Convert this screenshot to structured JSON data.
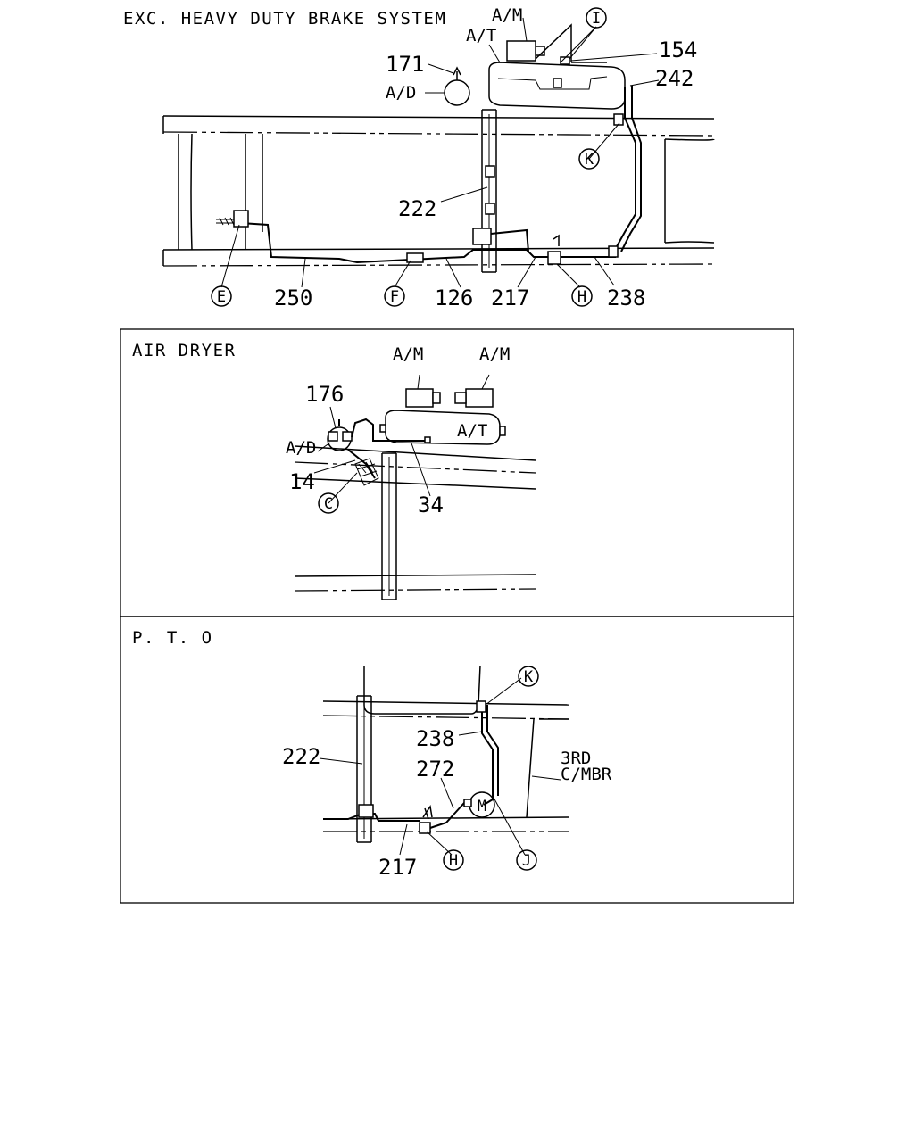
{
  "sections": {
    "top": {
      "title": "EXC. HEAVY DUTY BRAKE SYSTEM"
    },
    "air_dryer": {
      "title": "AIR DRYER"
    },
    "pto": {
      "title": "P. T. O"
    }
  },
  "top_labels": {
    "am": "A/M",
    "at": "A/T",
    "ad": "A/D",
    "n171": "171",
    "n154": "154",
    "n242": "242",
    "n222": "222",
    "n250": "250",
    "n126": "126",
    "n217": "217",
    "n238": "238"
  },
  "top_circles": {
    "i": "I",
    "k": "K",
    "e": "E",
    "f": "F",
    "h": "H"
  },
  "dryer_labels": {
    "am1": "A/M",
    "am2": "A/M",
    "at": "A/T",
    "ad": "A/D",
    "n176": "176",
    "n14": "14",
    "n34": "34"
  },
  "dryer_circles": {
    "c": "C"
  },
  "pto_labels": {
    "n222": "222",
    "n238": "238",
    "n272": "272",
    "n217": "217",
    "rd3": "3RD",
    "cmbr": "C/MBR"
  },
  "pto_circles": {
    "k": "K",
    "m": "M",
    "h": "H",
    "j": "J"
  }
}
